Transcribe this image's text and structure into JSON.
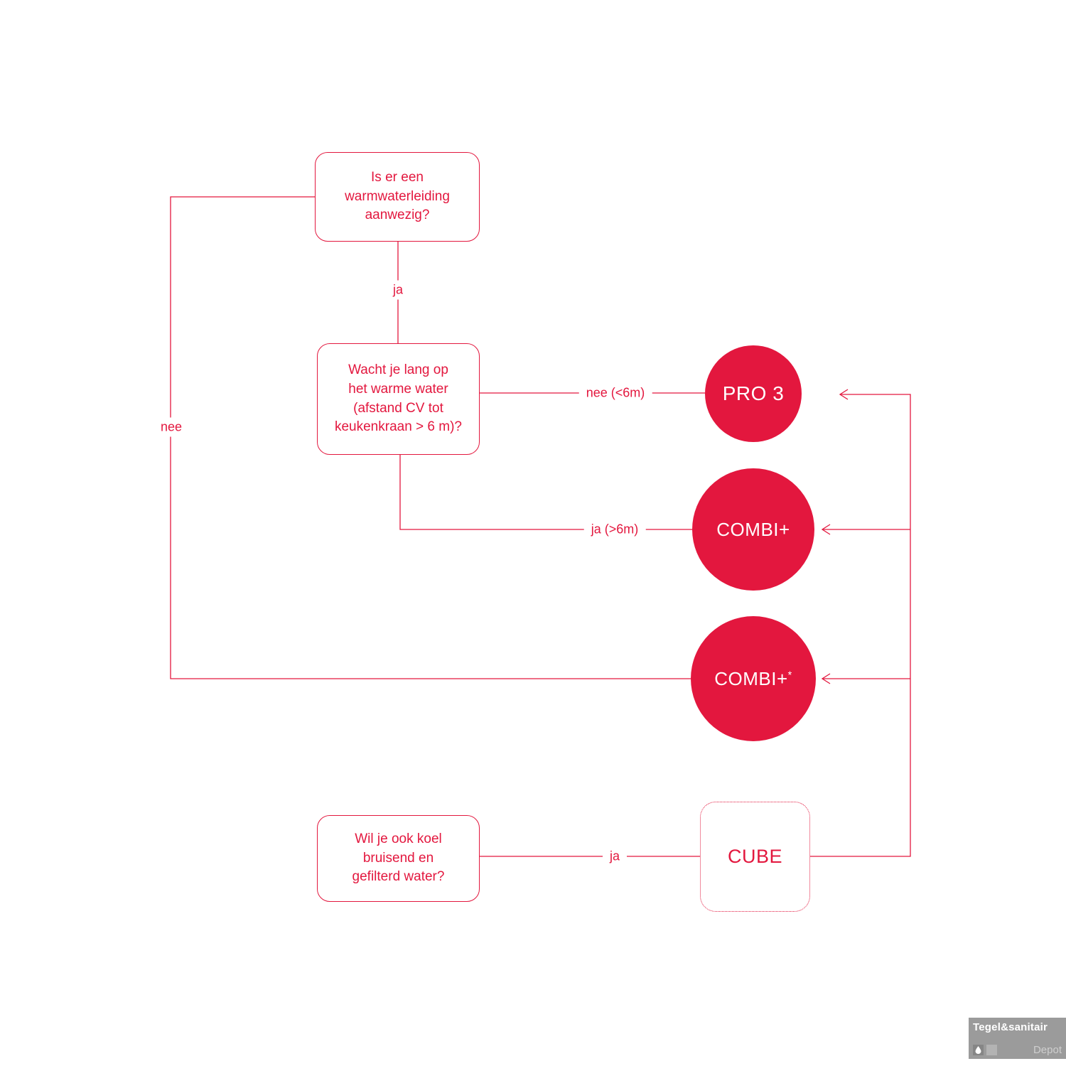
{
  "colors": {
    "accent": "#e3173e",
    "circle_text": "#ffffff",
    "watermark_bg": "#9b9b9b"
  },
  "flowchart": {
    "nodes": {
      "q_warmwater": {
        "text": "Is er een\nwarmwaterleiding\naanwezig?"
      },
      "q_wait": {
        "text": "Wacht je lang op\nhet warme water\n(afstand CV tot\nkeukenkraan > 6 m)?"
      },
      "q_cool": {
        "text": "Wil je ook koel\nbruisend en\ngefilterd water?"
      },
      "pro3": {
        "label": "PRO 3"
      },
      "combi": {
        "label": "COMBI+"
      },
      "combi_star": {
        "label": "COMBI+",
        "sup": "*"
      },
      "cube": {
        "label": "CUBE"
      }
    },
    "edges": {
      "ja_top": {
        "label": "ja"
      },
      "nee_left": {
        "label": "nee"
      },
      "nee_short": {
        "label": "nee (<6m)"
      },
      "ja_long": {
        "label": "ja (>6m)"
      },
      "ja_bottom": {
        "label": "ja"
      }
    }
  },
  "watermark": {
    "brand": "Tegel&sanitair",
    "sub": "Depot"
  }
}
